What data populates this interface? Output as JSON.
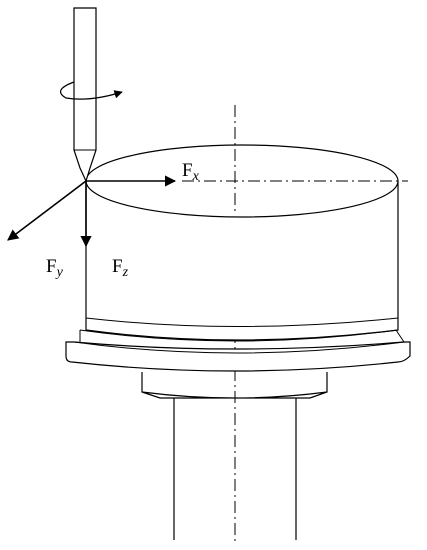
{
  "labels": {
    "fx": {
      "main": "F",
      "sub": "x"
    },
    "fy": {
      "main": "F",
      "sub": "y"
    },
    "fz": {
      "main": "F",
      "sub": "z"
    }
  },
  "colors": {
    "stroke": "#000000",
    "background": "#ffffff"
  }
}
